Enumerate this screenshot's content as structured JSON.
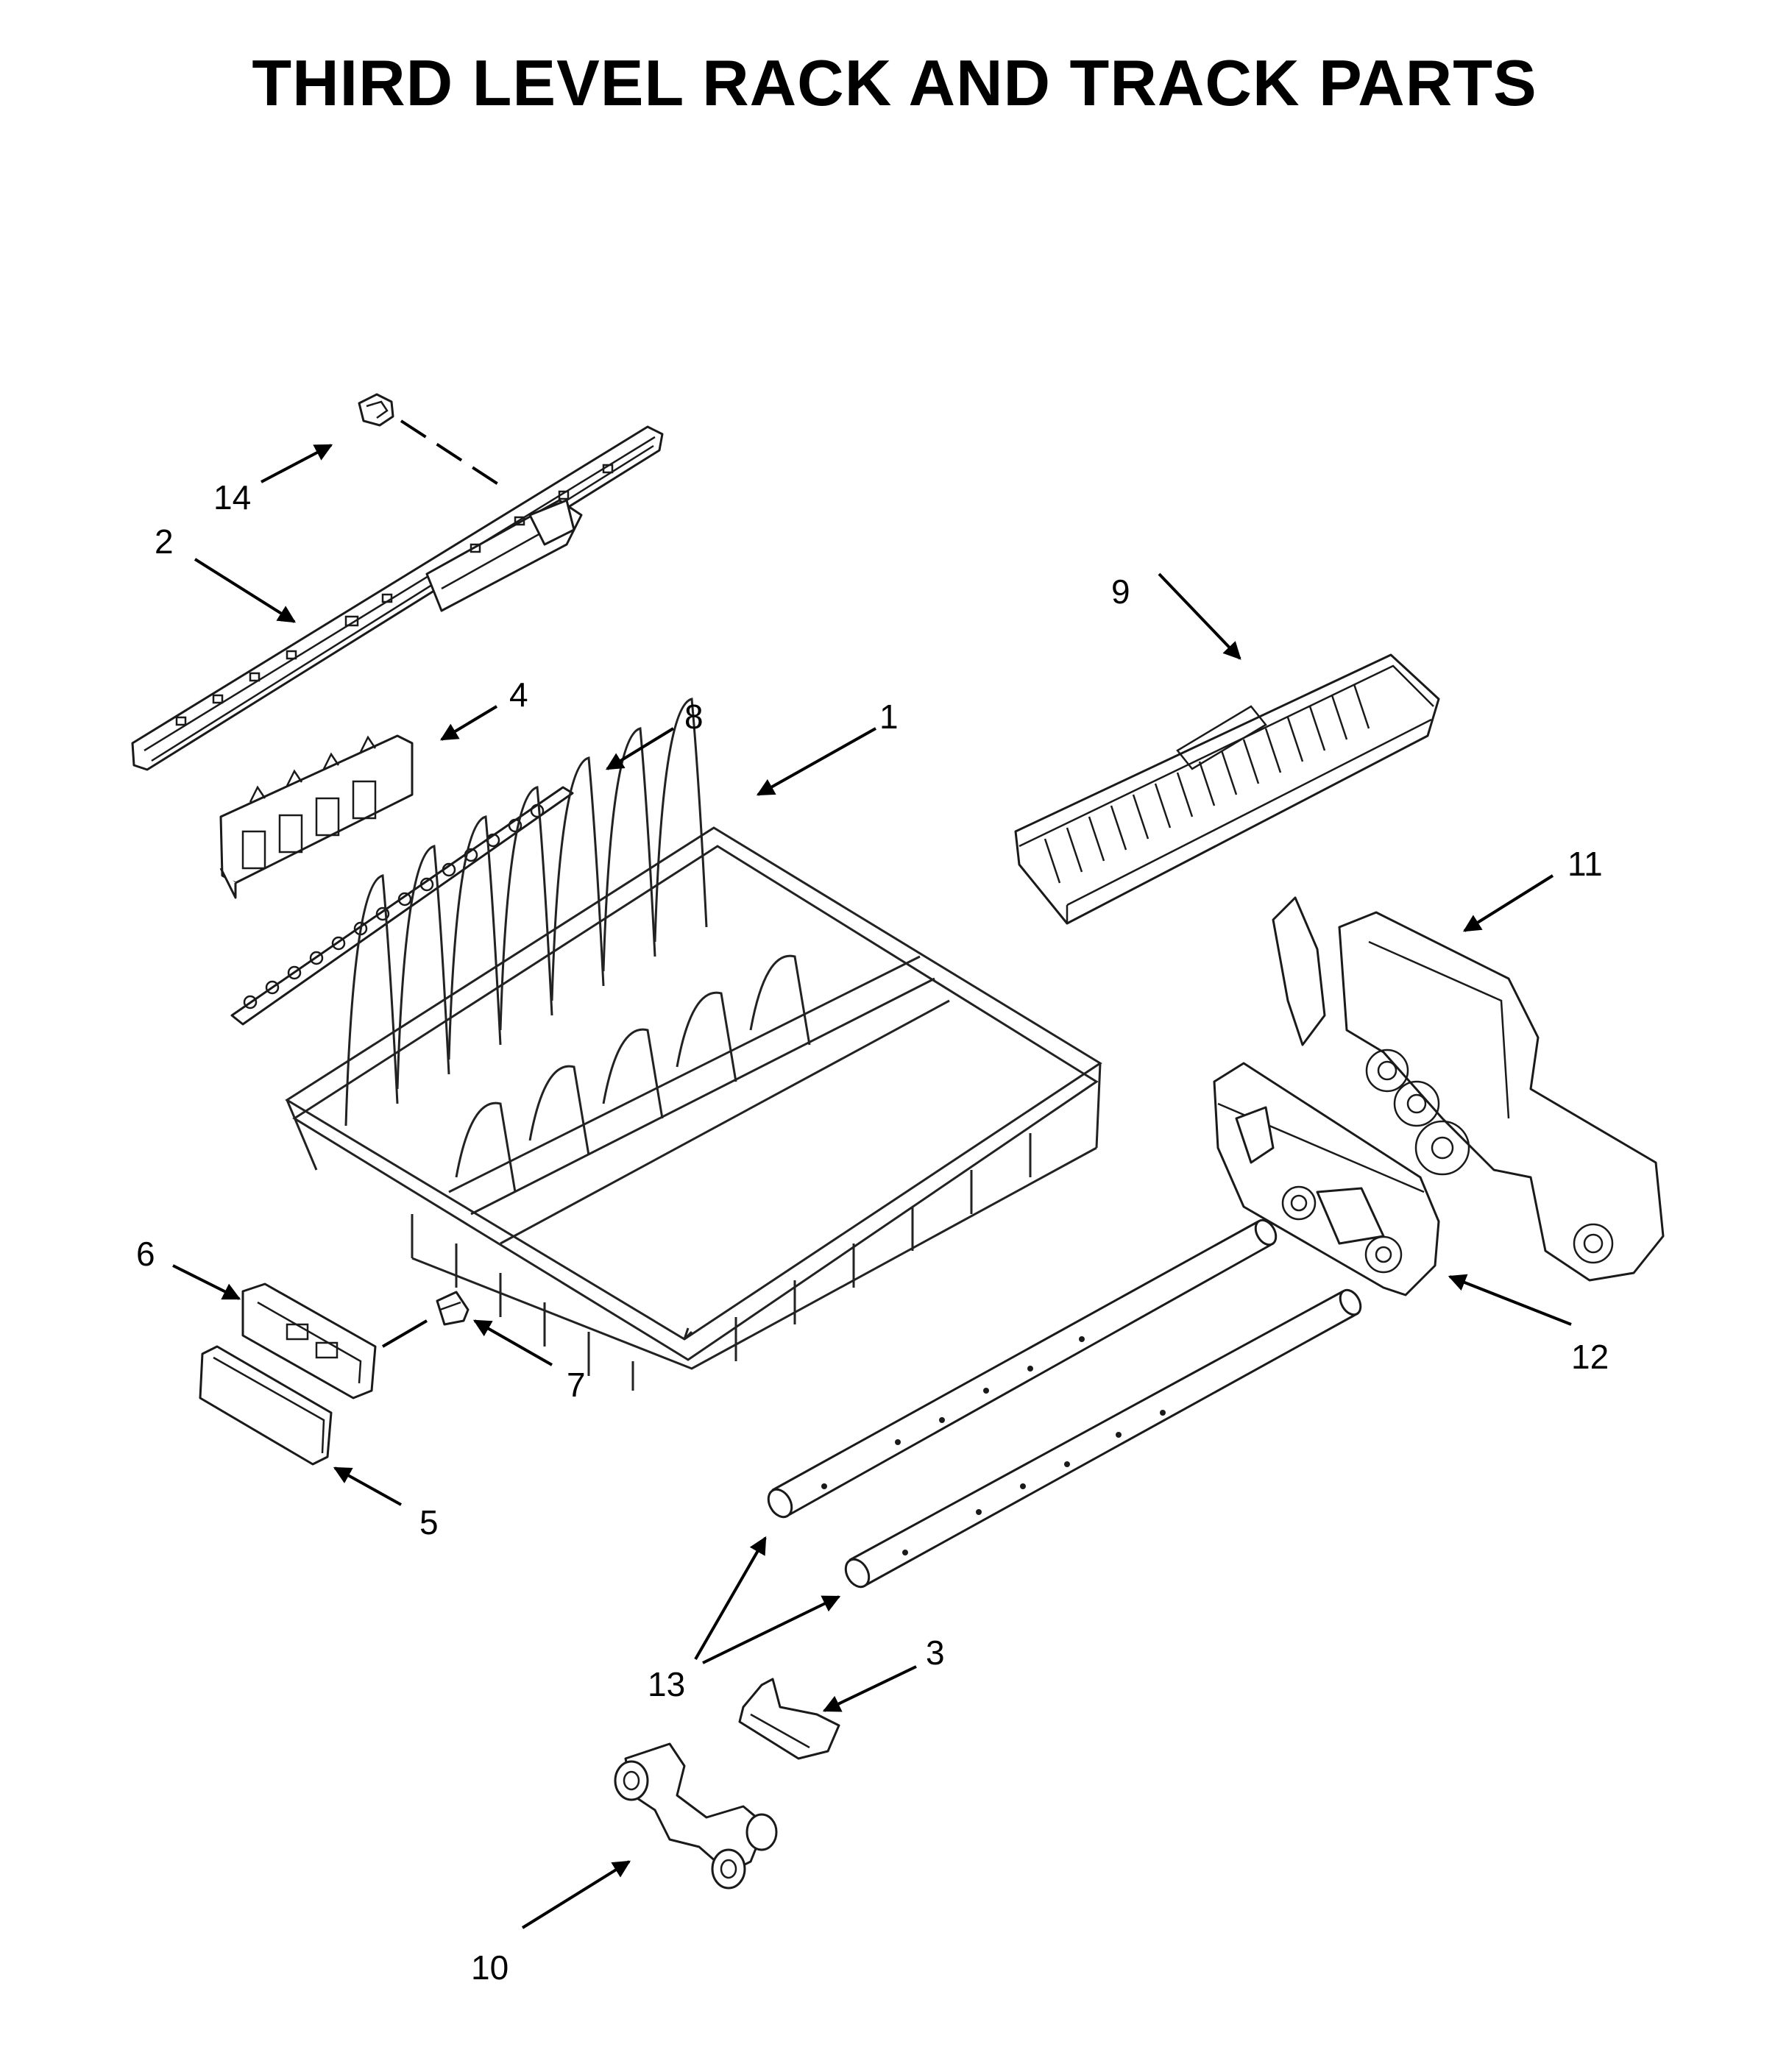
{
  "title": "THIRD LEVEL RACK AND TRACK PARTS",
  "colors": {
    "line": "#1a1a1a",
    "background": "#ffffff"
  },
  "callouts": [
    "1",
    "2",
    "3",
    "4",
    "5",
    "6",
    "7",
    "8",
    "9",
    "10",
    "11",
    "12",
    "13",
    "14"
  ]
}
